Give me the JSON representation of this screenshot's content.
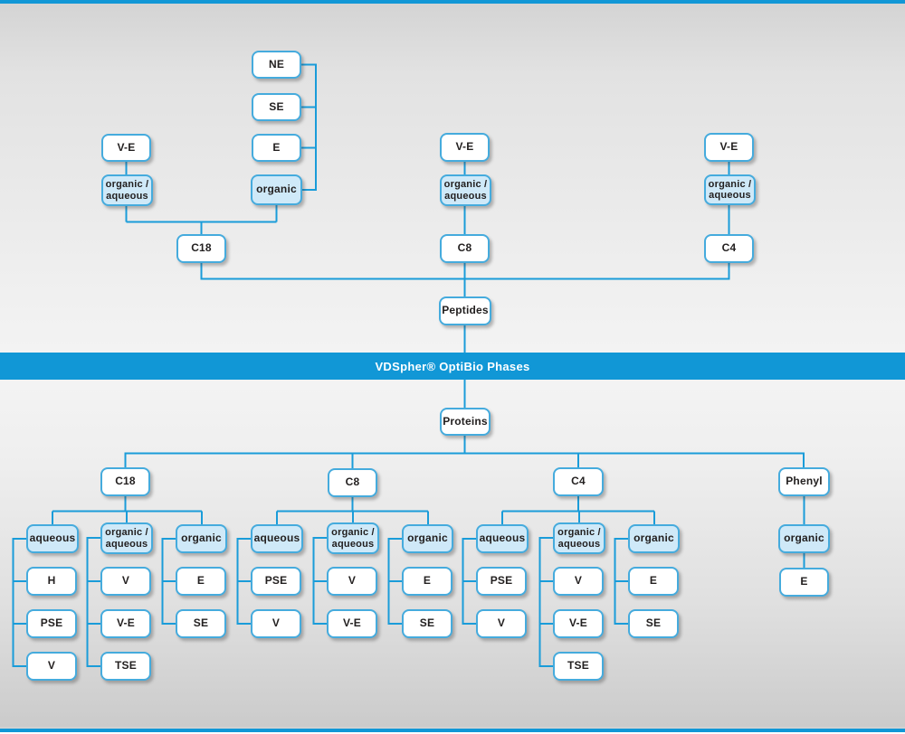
{
  "banner": {
    "title": "VDSpher® OptiBio Phases"
  },
  "peptides": {
    "root_label": "Peptides",
    "c18": {
      "label": "C18",
      "ve": "V-E",
      "organic_aqueous": "organic /\naqueous",
      "organic": "organic",
      "elution_items": [
        "NE",
        "SE",
        "E"
      ]
    },
    "c8": {
      "label": "C8",
      "ve": "V-E",
      "organic_aqueous": "organic /\naqueous"
    },
    "c4": {
      "label": "C4",
      "ve": "V-E",
      "organic_aqueous": "organic /\naqueous"
    }
  },
  "proteins": {
    "root_label": "Proteins",
    "groups": [
      {
        "label": "C18",
        "modes": [
          {
            "label": "aqueous",
            "items": [
              "H",
              "PSE",
              "V"
            ]
          },
          {
            "label": "organic /\naqueous",
            "items": [
              "V",
              "V-E",
              "TSE"
            ]
          },
          {
            "label": "organic",
            "items": [
              "E",
              "SE"
            ]
          }
        ]
      },
      {
        "label": "C8",
        "modes": [
          {
            "label": "aqueous",
            "items": [
              "PSE",
              "V"
            ]
          },
          {
            "label": "organic /\naqueous",
            "items": [
              "V",
              "V-E"
            ]
          },
          {
            "label": "organic",
            "items": [
              "E",
              "SE"
            ]
          }
        ]
      },
      {
        "label": "C4",
        "modes": [
          {
            "label": "aqueous",
            "items": [
              "PSE",
              "V"
            ]
          },
          {
            "label": "organic /\naqueous",
            "items": [
              "V",
              "V-E",
              "TSE"
            ]
          },
          {
            "label": "organic",
            "items": [
              "E",
              "SE"
            ]
          }
        ]
      },
      {
        "label": "Phenyl",
        "modes": [
          {
            "label": "organic",
            "items": [
              "E"
            ]
          }
        ]
      }
    ]
  },
  "colors": {
    "accent_blue": "#1197d6",
    "box_border": "#45abdd",
    "highlight_fill": "#cfe9f8",
    "text": "#232020"
  }
}
